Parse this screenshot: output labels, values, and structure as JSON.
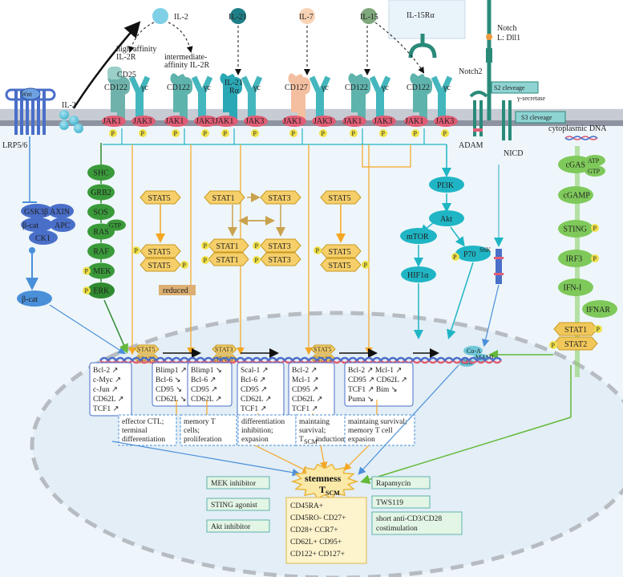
{
  "cytokines": {
    "il2": "IL-2",
    "il21": "IL-21",
    "il7": "IL-7",
    "il15": "IL-15",
    "il15ra": "IL-15Rα",
    "il2_left": "IL-2",
    "high_aff_1": "high-affinity",
    "high_aff_2": "IL-2R",
    "inter_aff_1": "intermediate-",
    "inter_aff_2": "affinity IL-2R"
  },
  "receptors": {
    "cd25": "CD25",
    "cd122": "CD122",
    "yc": "γc",
    "il21r_1": "IL-21",
    "il21r_2": "Rα",
    "cd127": "CD127",
    "jak1": "JAK1",
    "jak3": "JAK3",
    "p": "P"
  },
  "notch": {
    "notch_l_1": "Notch",
    "notch_l_2": "L: Dll1",
    "notch2": "Notch2",
    "s2": "S2 cleveage",
    "gamma": "γ-secretase",
    "s3": "S3 cleveage",
    "adam": "ADAM",
    "nicd": "NICD"
  },
  "wnt": {
    "wnt": "Wnt",
    "lrp": "LRP5/6",
    "gsk3b": "GSK3β",
    "axin": "AXIN",
    "bcat": "β-cat",
    "apc": "APC",
    "ck1": "CK1",
    "bcat2": "β-cat"
  },
  "mapk": [
    "SHC",
    "GRB2",
    "SOS",
    "RAS",
    "RAF",
    "MEK",
    "ERK"
  ],
  "mapk_gtp": "GTP",
  "stat": {
    "stat5": "STAT5",
    "stat1": "STAT1",
    "stat3": "STAT3",
    "reduced": "reduced"
  },
  "pi3k": {
    "pi3k": "PI3K",
    "akt": "Akt",
    "mtor": "mTOR",
    "p70": "P70",
    "p70_sup": "S6K",
    "hif": "HIF1α"
  },
  "sting": {
    "dna": "cytoplasmic DNA",
    "cgas": "cGAS",
    "atp": "ATP",
    "gtp": "GTP",
    "cgamp": "cGAMP",
    "sting": "STING",
    "irf3": "IRF3",
    "ifn": "IFN-I",
    "ifnar": "IFNAR",
    "stat1": "STAT1",
    "stat2": "STAT2"
  },
  "nicd_complex": {
    "coa": "Co-A",
    "maml": "MAML",
    "csl": "CSL"
  },
  "genes": [
    [
      "Bcl-2 ↗",
      "c-Myc ↗",
      "c-Jun ↗",
      "CD62L ↗",
      "TCF1 ↗"
    ],
    [
      "Blimp1 ↗",
      "Bcl-6 ↘",
      "CD95 ↘",
      "CD62L ↘"
    ],
    [
      "Blimp1 ↘",
      "Bcl-6 ↗",
      "CD95 ↗",
      "CD62L ↗"
    ],
    [
      "Scal-1 ↗",
      "Bcl-6 ↗",
      "CD95 ↗",
      "CD62L ↗",
      "TCF1 ↗"
    ],
    [
      "Bcl-2 ↗",
      "Mcl-1 ↗",
      "CD95 ↗",
      "CD62L ↗",
      "TCF1 ↗"
    ],
    [
      "Bcl-2 ↗  Mcl-1 ↗",
      "CD95 ↗  CD62L ↗",
      "TCF1 ↗  Bim ↘",
      "Puma ↘"
    ]
  ],
  "outcomes": [
    [
      "effector CTL;",
      "terminal",
      "differentiation"
    ],
    [
      "memory T",
      "cells;",
      "proliferation"
    ],
    [
      "differentiation",
      "inhibition;",
      "expasion"
    ],
    [
      "maintaing",
      "survival;",
      "T",
      "SCM",
      " induction"
    ],
    [
      "maintaing survival;",
      "memory T cell",
      "expasion"
    ]
  ],
  "center": {
    "stemness": "stemness",
    "tscm_t": "T",
    "tscm_sub": "SCM",
    "markers": [
      "CD45RA+",
      "CD45RO- CD27+",
      "CD28+ CCR7+",
      "CD62L+ CD95+",
      "CD122+ CD127+"
    ]
  },
  "drugs_left": [
    "MEK inhibitor",
    "STING agonist",
    "Akt inhibitor"
  ],
  "drugs_right": [
    "Rapamycin",
    "TWS119",
    "short anti-CD3/CD28",
    "costimulation"
  ]
}
